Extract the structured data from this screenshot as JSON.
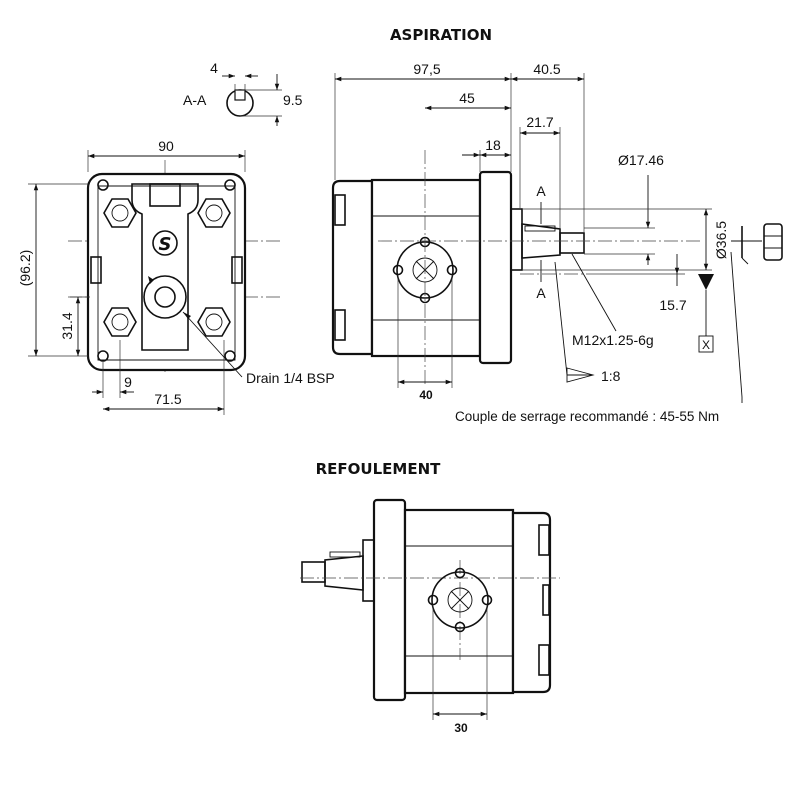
{
  "titles": {
    "top": "ASPIRATION",
    "bottom": "REFOULEMENT"
  },
  "section": {
    "label": "A-A",
    "key_width": "4",
    "key_height": "9.5"
  },
  "front_view": {
    "width": "90",
    "height": "(96.2)",
    "drain_offset": "31.4",
    "small_offset": "9",
    "bolt_spacing": "71.5",
    "drain_label": "Drain 1/4 BSP"
  },
  "side_view": {
    "overall_length": "97,5",
    "shaft_length": "40.5",
    "port_position": "45",
    "flange_thickness": "18",
    "shaft_extension": "21.7",
    "shaft_diameter": "Ø17.46",
    "pilot_diameter": "Ø36.5",
    "key_length": "15.7",
    "thread": "M12x1.25-6g",
    "taper": "1:8",
    "datum": "X",
    "section_mark_top": "A",
    "section_mark_bottom": "A",
    "port_bolt_spacing": "40",
    "torque_note": "Couple de serrage recommandé : 45-55 Nm"
  },
  "bottom_view": {
    "port_bolt_spacing": "30"
  },
  "logo": {
    "letter": "S"
  }
}
